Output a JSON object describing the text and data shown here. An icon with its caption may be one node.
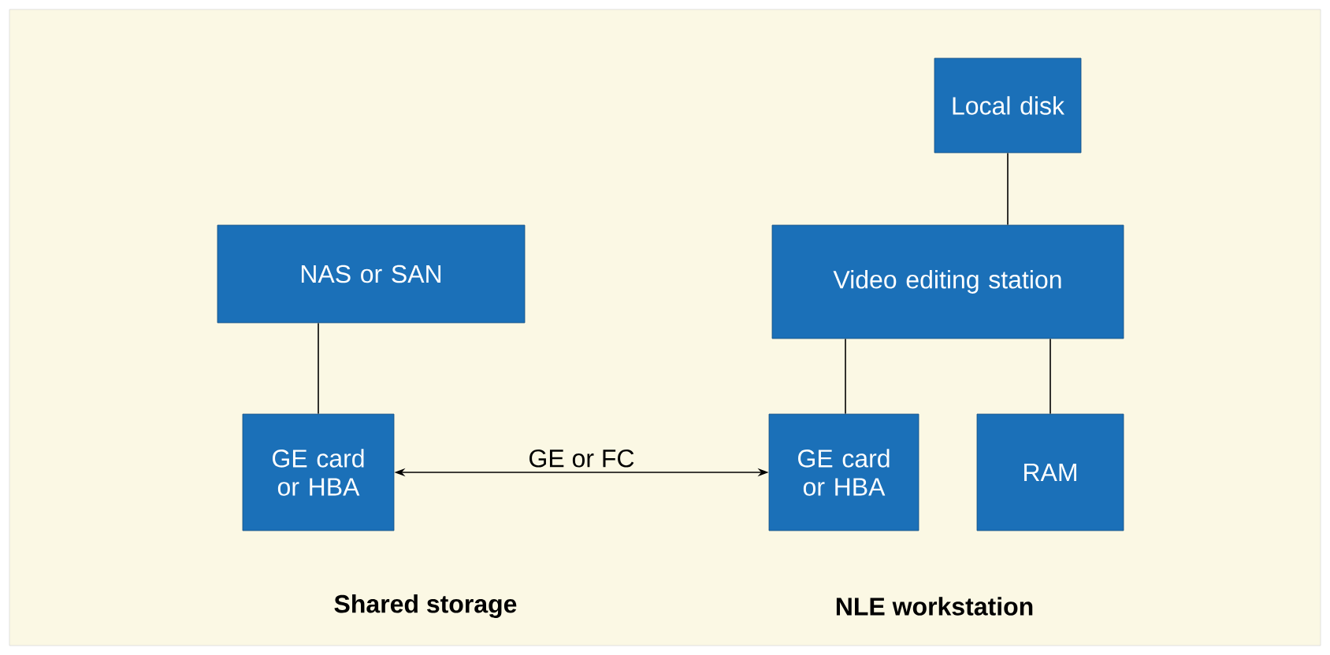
{
  "diagram": {
    "nodes": [
      {
        "text": [
          "Local disk"
        ]
      },
      {
        "text": [
          "NAS or SAN"
        ]
      },
      {
        "text": [
          "Video editing station"
        ]
      },
      {
        "text": [
          "GE card or HBA"
        ]
      },
      {
        "text": [
          "GE card or HBA"
        ]
      },
      {
        "text": [
          "RAM"
        ]
      }
    ],
    "edges": [
      {
        "from": 0,
        "to": 2,
        "arrow": "none"
      },
      {
        "from": 1,
        "to": 3,
        "arrow": "none"
      },
      {
        "from": 2,
        "to": 4,
        "arrow": "none"
      },
      {
        "from": 2,
        "to": 5,
        "arrow": "none"
      },
      {
        "from": 3,
        "to": 4,
        "arrow": "both",
        "label": "GE or FC"
      }
    ],
    "labels": [
      "Shared storage",
      "NLE workstation"
    ]
  }
}
